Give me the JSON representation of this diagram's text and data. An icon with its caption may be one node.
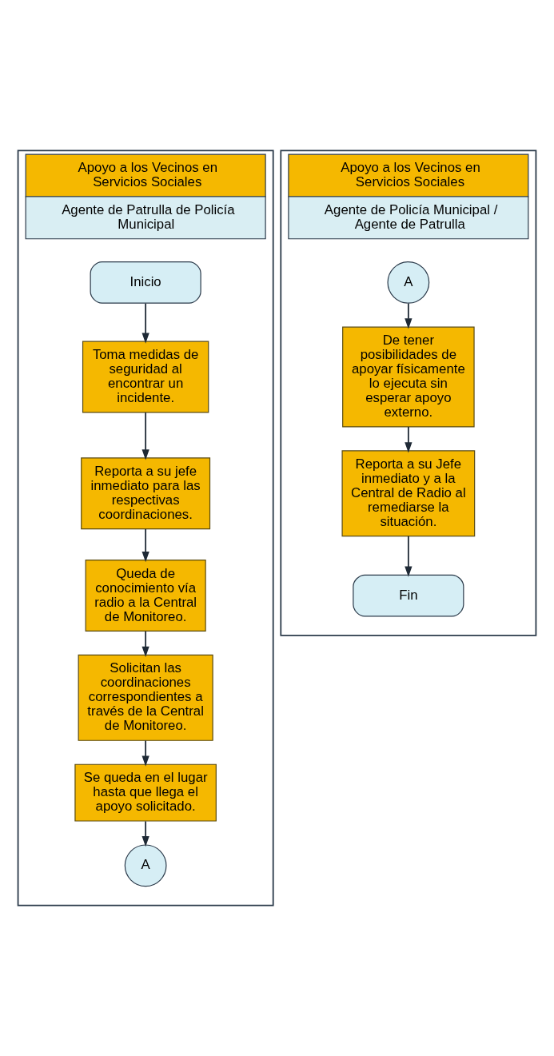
{
  "diagram": {
    "nodes": [
      {
        "text": [
          "Apoyo a los Vecinos en Servicios Sociales",
          "Agente de Patrulla de Policía Municipal"
        ]
      },
      {
        "text": [
          "Inicio"
        ],
        "in": 0
      },
      {
        "text": [
          "Toma medidas de seguridad al encontrar un incidente."
        ],
        "in": 0
      },
      {
        "text": [
          "Reporta a su jefe inmediato para las respectivas coordinaciones."
        ],
        "in": 0
      },
      {
        "text": [
          "Queda de conocimiento vía radio a la Central de Monitoreo."
        ],
        "in": 0
      },
      {
        "text": [
          "Solicitan las coordinaciones correspondientes a través de la Central de Monitoreo."
        ],
        "in": 0
      },
      {
        "text": [
          "Se queda en el lugar hasta que llega el apoyo solicitado."
        ],
        "in": 0
      },
      {
        "text": [
          "A"
        ],
        "in": 0
      },
      {
        "text": [
          "Apoyo a los Vecinos en Servicios Sociales",
          "Agente de Policía Municipal / Agente de Patrulla"
        ]
      },
      {
        "text": [
          "A"
        ],
        "in": 8
      },
      {
        "text": [
          "De tener posibilidades de apoyar físicamente lo ejecuta sin esperar apoyo externo."
        ],
        "in": 8
      },
      {
        "text": [
          "Reporta a su Jefe inmediato y a la Central de Radio al remediarse la situación."
        ],
        "in": 8
      },
      {
        "text": [
          "Fin"
        ],
        "in": 8
      }
    ],
    "edges": [
      {
        "from": 1,
        "to": 2,
        "arrow": "to"
      },
      {
        "from": 2,
        "to": 3,
        "arrow": "to"
      },
      {
        "from": 3,
        "to": 4,
        "arrow": "to"
      },
      {
        "from": 4,
        "to": 5,
        "arrow": "to"
      },
      {
        "from": 5,
        "to": 6,
        "arrow": "to"
      },
      {
        "from": 6,
        "to": 7,
        "arrow": "to"
      },
      {
        "from": 9,
        "to": 10,
        "arrow": "to"
      },
      {
        "from": 10,
        "to": 11,
        "arrow": "to"
      },
      {
        "from": 11,
        "to": 12,
        "arrow": "to"
      }
    ]
  }
}
